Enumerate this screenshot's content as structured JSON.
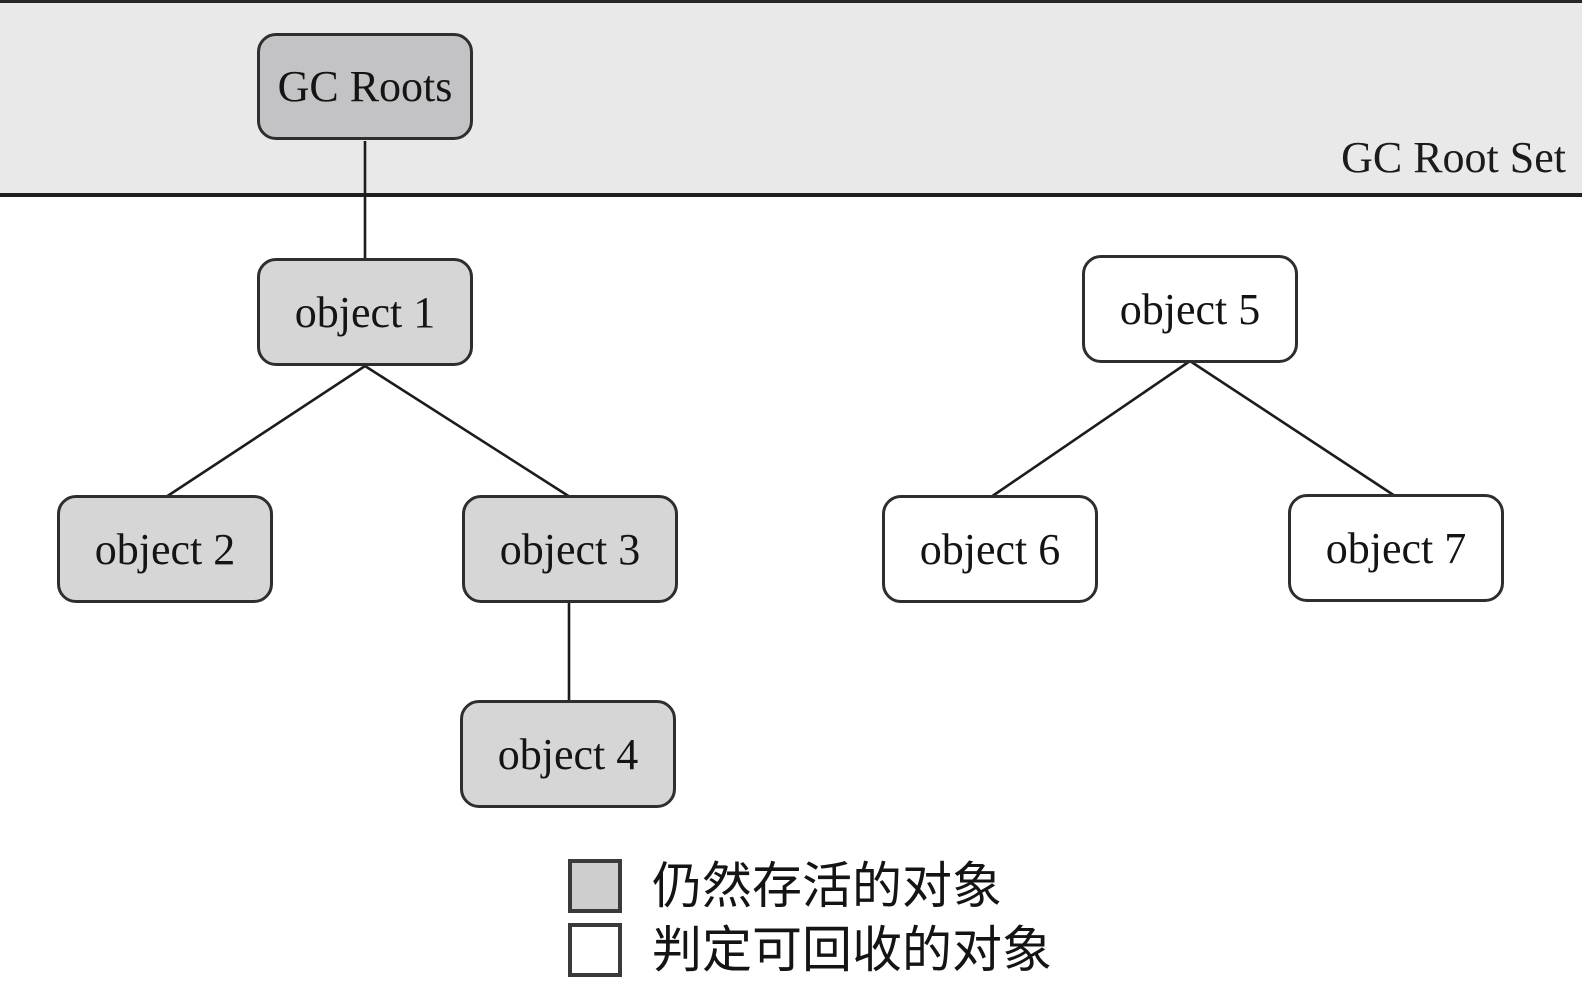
{
  "diagram": {
    "type": "gc-reachability-tree",
    "band": {
      "label": "GC Root Set"
    },
    "nodes": {
      "gc_roots": {
        "label": "GC Roots",
        "status": "root"
      },
      "object1": {
        "label": "object 1",
        "status": "live"
      },
      "object2": {
        "label": "object 2",
        "status": "live"
      },
      "object3": {
        "label": "object 3",
        "status": "live"
      },
      "object4": {
        "label": "object 4",
        "status": "live"
      },
      "object5": {
        "label": "object 5",
        "status": "recyclable"
      },
      "object6": {
        "label": "object 6",
        "status": "recyclable"
      },
      "object7": {
        "label": "object 7",
        "status": "recyclable"
      }
    },
    "edges": [
      [
        "GC Roots",
        "object 1"
      ],
      [
        "object 1",
        "object 2"
      ],
      [
        "object 1",
        "object 3"
      ],
      [
        "object 3",
        "object 4"
      ],
      [
        "object 5",
        "object 6"
      ],
      [
        "object 5",
        "object 7"
      ]
    ],
    "legend": {
      "items": [
        {
          "swatch": "live",
          "label": "仍然存活的对象"
        },
        {
          "swatch": "recyclable",
          "label": "判定可回收的对象"
        }
      ]
    },
    "colors": {
      "band_background": "#e9e9e9",
      "root_node_fill": "#c3c3c5",
      "live_node_fill": "#d6d6d6",
      "recyclable_node_fill": "#ffffff",
      "node_border": "#2e2e2e",
      "edge_line": "#1c1c1c",
      "page_background": "#ffffff"
    }
  }
}
